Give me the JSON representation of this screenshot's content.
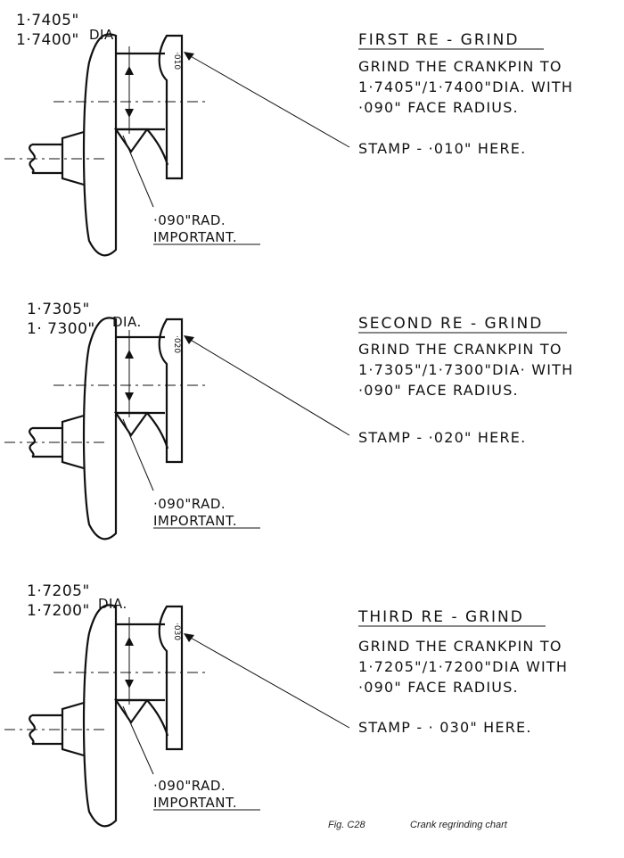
{
  "figure": {
    "caption_label": "Fig. C28",
    "caption_text": "Crank regrinding chart"
  },
  "panels": [
    {
      "dim_upper": "1·7405\"",
      "dim_lower": "1·7400\"",
      "dim_unit": "DIA",
      "stamp_mark": "·010",
      "rad_label": "·090\"RAD.",
      "rad_note": "IMPORTANT.",
      "heading": "FIRST  RE - GRIND",
      "line1": "GRIND THE CRANKPIN TO",
      "line2": "1·7405\"/1·7400\"DIA. WITH",
      "line3": "·090\" FACE  RADIUS.",
      "stamp_text": "STAMP - ·010\" HERE."
    },
    {
      "dim_upper": "1·7305\"",
      "dim_lower": "1· 7300\"",
      "dim_unit": "DIA.",
      "stamp_mark": "·020",
      "rad_label": "·090\"RAD.",
      "rad_note": "IMPORTANT.",
      "heading": "SECOND  RE - GRIND",
      "line1": "GRIND THE CRANKPIN TO",
      "line2": "1·7305\"/1·7300\"DIA· WITH",
      "line3": "·090\" FACE  RADIUS.",
      "stamp_text": "STAMP  - ·020\" HERE."
    },
    {
      "dim_upper": "1·7205\"",
      "dim_lower": "1·7200\"",
      "dim_unit": "DIA.",
      "stamp_mark": "·030",
      "rad_label": "·090\"RAD.",
      "rad_note": "IMPORTANT.",
      "heading": "THIRD  RE - GRIND",
      "line1": "GRIND THE CRANKPIN TO",
      "line2": "1·7205\"/1·7200\"DIA WITH",
      "line3": "·090\" FACE  RADIUS.",
      "stamp_text": "STAMP - · 030\" HERE."
    }
  ]
}
